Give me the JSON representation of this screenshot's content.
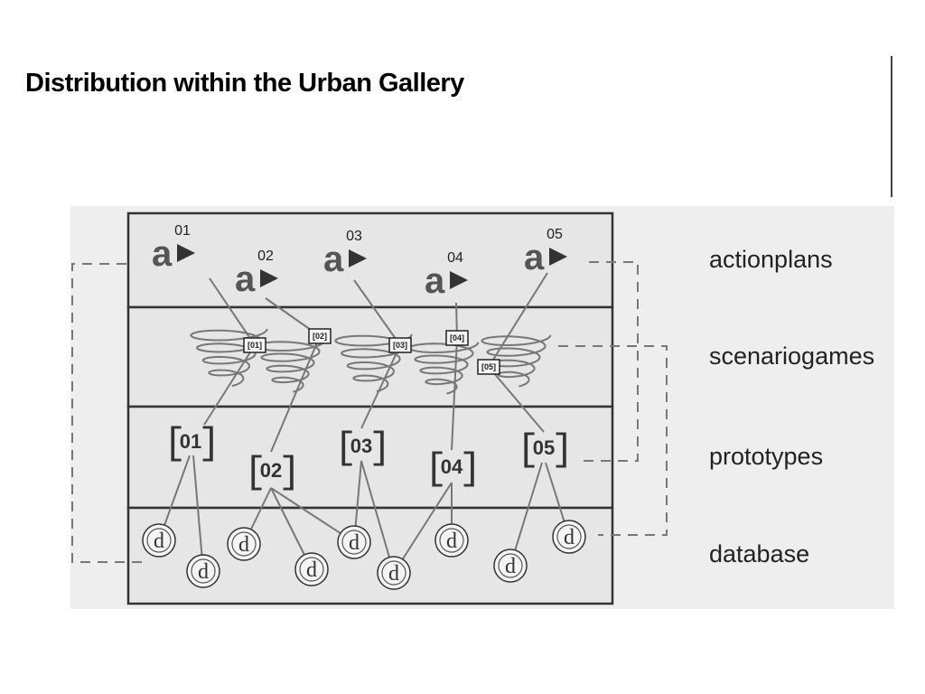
{
  "title": "Distribution within the Urban Gallery",
  "layers": [
    "actionplans",
    "scenariogames",
    "prototypes",
    "database"
  ],
  "actionplans": [
    {
      "number": "01",
      "glyph": "a"
    },
    {
      "number": "02",
      "glyph": "a"
    },
    {
      "number": "03",
      "glyph": "a"
    },
    {
      "number": "04",
      "glyph": "a"
    },
    {
      "number": "05",
      "glyph": "a"
    }
  ],
  "scenariogames": [
    "[01]",
    "[02]",
    "[03]",
    "[04]",
    "[05]"
  ],
  "prototypes": [
    "01",
    "02",
    "03",
    "04",
    "05"
  ],
  "database_symbol": "d",
  "database_count": 9,
  "colors": {
    "panel": "#ececec",
    "frame": "#333333",
    "ink": "#555555",
    "dashes": "#777777"
  }
}
